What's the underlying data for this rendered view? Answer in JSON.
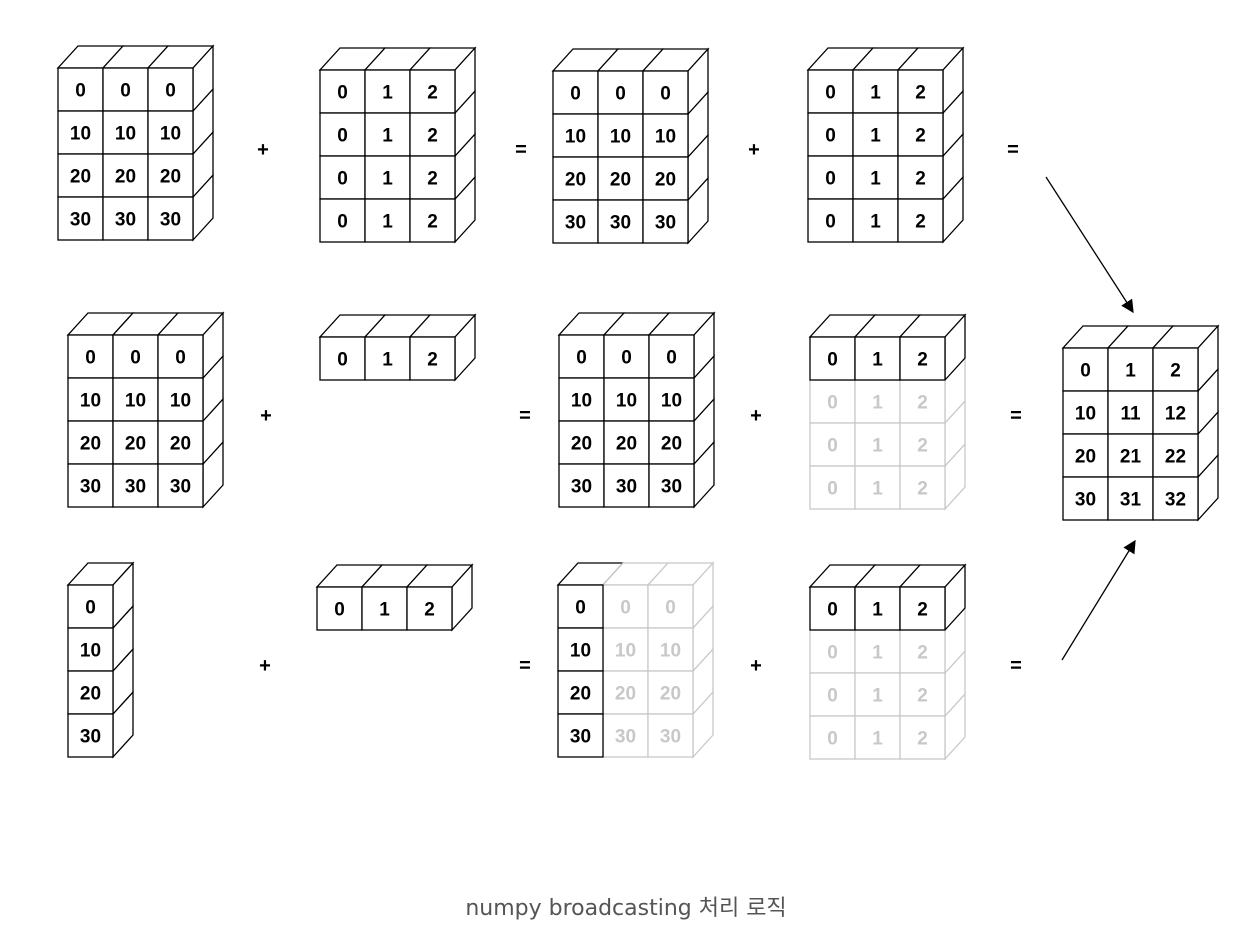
{
  "caption": "numpy broadcasting 처리 로직",
  "colors": {
    "ink": "#000000",
    "faded": "#c8c8c8",
    "caption": "#555555"
  },
  "rows": [
    {
      "name": "row-1",
      "left": {
        "values": [
          [
            "0",
            "0",
            "0"
          ],
          [
            "10",
            "10",
            "10"
          ],
          [
            "20",
            "20",
            "20"
          ],
          [
            "30",
            "30",
            "30"
          ]
        ]
      },
      "right": {
        "values": [
          [
            "0",
            "1",
            "2"
          ],
          [
            "0",
            "1",
            "2"
          ],
          [
            "0",
            "1",
            "2"
          ],
          [
            "0",
            "1",
            "2"
          ]
        ]
      },
      "plus1": "+",
      "equals1": "=",
      "res_left": {
        "values": [
          [
            "0",
            "0",
            "0"
          ],
          [
            "10",
            "10",
            "10"
          ],
          [
            "20",
            "20",
            "20"
          ],
          [
            "30",
            "30",
            "30"
          ]
        ]
      },
      "plus2": "+",
      "res_right": {
        "values": [
          [
            "0",
            "1",
            "2"
          ],
          [
            "0",
            "1",
            "2"
          ],
          [
            "0",
            "1",
            "2"
          ],
          [
            "0",
            "1",
            "2"
          ]
        ]
      },
      "equals2": "="
    },
    {
      "name": "row-2",
      "left": {
        "values": [
          [
            "0",
            "0",
            "0"
          ],
          [
            "10",
            "10",
            "10"
          ],
          [
            "20",
            "20",
            "20"
          ],
          [
            "30",
            "30",
            "30"
          ]
        ]
      },
      "right": {
        "values": [
          [
            "0",
            "1",
            "2"
          ]
        ]
      },
      "plus1": "+",
      "equals1": "=",
      "res_left": {
        "values": [
          [
            "0",
            "0",
            "0"
          ],
          [
            "10",
            "10",
            "10"
          ],
          [
            "20",
            "20",
            "20"
          ],
          [
            "30",
            "30",
            "30"
          ]
        ]
      },
      "plus2": "+",
      "res_right": {
        "values": [
          [
            "0",
            "1",
            "2"
          ],
          [
            "0",
            "1",
            "2"
          ],
          [
            "0",
            "1",
            "2"
          ],
          [
            "0",
            "1",
            "2"
          ]
        ],
        "faded_rows": [
          1,
          2,
          3
        ]
      },
      "equals2": "="
    },
    {
      "name": "row-3",
      "left": {
        "values": [
          [
            "0"
          ],
          [
            "10"
          ],
          [
            "20"
          ],
          [
            "30"
          ]
        ]
      },
      "right": {
        "values": [
          [
            "0",
            "1",
            "2"
          ]
        ]
      },
      "plus1": "+",
      "equals1": "=",
      "res_left": {
        "values": [
          [
            "0",
            "0",
            "0"
          ],
          [
            "10",
            "10",
            "10"
          ],
          [
            "20",
            "20",
            "20"
          ],
          [
            "30",
            "30",
            "30"
          ]
        ],
        "faded_cols": [
          1,
          2
        ]
      },
      "plus2": "+",
      "res_right": {
        "values": [
          [
            "0",
            "1",
            "2"
          ],
          [
            "0",
            "1",
            "2"
          ],
          [
            "0",
            "1",
            "2"
          ],
          [
            "0",
            "1",
            "2"
          ]
        ],
        "faded_rows": [
          1,
          2,
          3
        ]
      },
      "equals2": "="
    }
  ],
  "result": {
    "values": [
      [
        "0",
        "1",
        "2"
      ],
      [
        "10",
        "11",
        "12"
      ],
      [
        "20",
        "21",
        "22"
      ],
      [
        "30",
        "31",
        "32"
      ]
    ]
  }
}
